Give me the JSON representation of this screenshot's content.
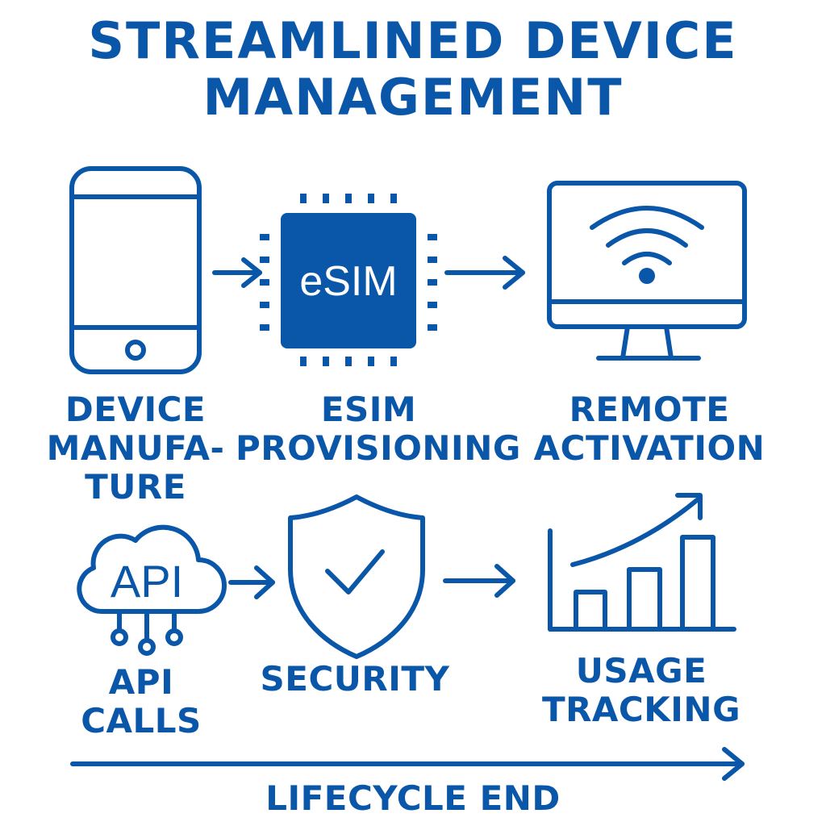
{
  "title": {
    "line1": "STREAMLINED DEVICE",
    "line2": "MANAGEMENT"
  },
  "esim_chip_text": "eSIM",
  "api_cloud_text": "API",
  "steps": [
    {
      "lines": [
        "DEVICE",
        "MANUFA-",
        "TURE"
      ],
      "icon": "smartphone-icon"
    },
    {
      "lines": [
        "ESIM",
        "PROVISIONING"
      ],
      "icon": "esim-chip-icon"
    },
    {
      "lines": [
        "REMOTE",
        "ACTIVATION"
      ],
      "icon": "monitor-wifi-icon"
    },
    {
      "lines": [
        "API",
        "CALLS"
      ],
      "icon": "api-cloud-icon"
    },
    {
      "lines": [
        "SECURITY"
      ],
      "icon": "shield-check-icon"
    },
    {
      "lines": [
        "USAGE",
        "TRACKING"
      ],
      "icon": "bar-chart-growth-icon"
    }
  ],
  "timeline_label": "LIFECYCLE END",
  "colors": {
    "accent": "#0a56a8",
    "background": "#ffffff"
  }
}
